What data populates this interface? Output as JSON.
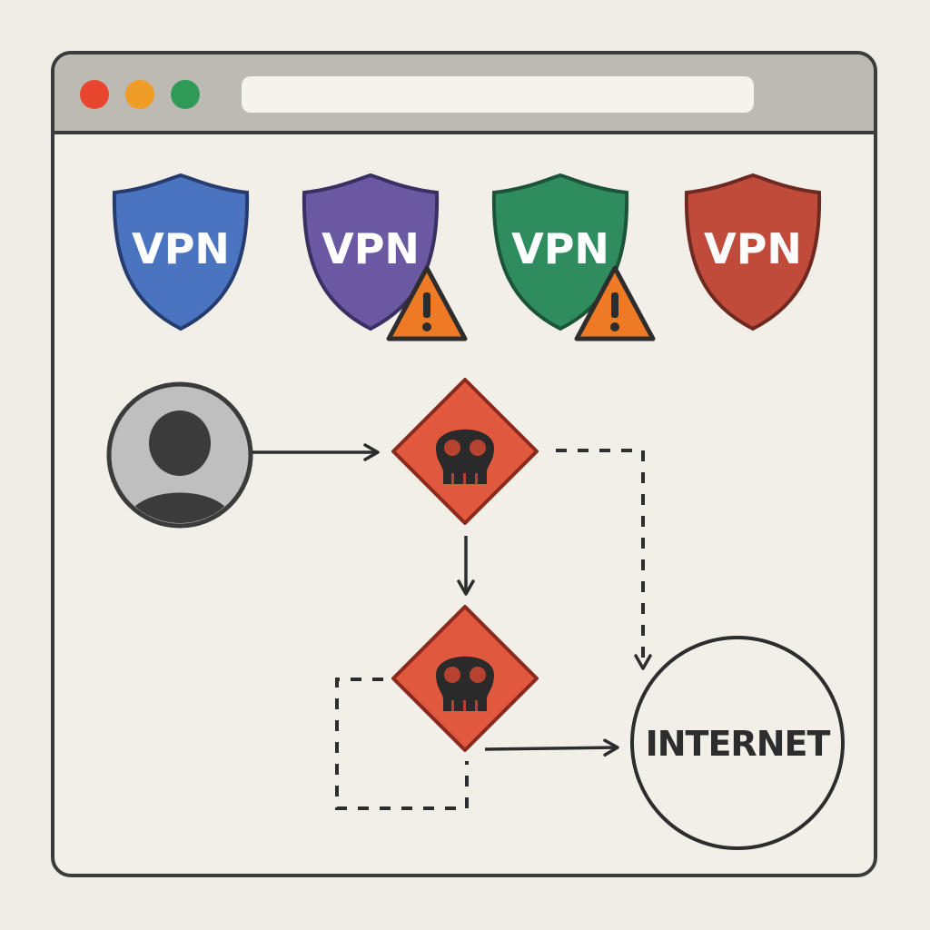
{
  "window": {
    "controls": [
      "close",
      "minimize",
      "maximize"
    ],
    "address_bar": ""
  },
  "shields": [
    {
      "label": "VPN",
      "color": "#4a74bf",
      "warning": false
    },
    {
      "label": "VPN",
      "color": "#6a58a3",
      "warning": true
    },
    {
      "label": "VPN",
      "color": "#2f8c5e",
      "warning": true
    },
    {
      "label": "VPN",
      "color": "#c14b3b",
      "warning": false
    }
  ],
  "diagram": {
    "nodes": [
      {
        "id": "user",
        "icon": "user-icon"
      },
      {
        "id": "server-1",
        "icon": "skull-icon",
        "color": "#e0593f"
      },
      {
        "id": "server-2",
        "icon": "skull-icon",
        "color": "#e0593f"
      },
      {
        "id": "internet",
        "label": "INTERNET"
      }
    ],
    "edges": [
      {
        "from": "user",
        "to": "server-1",
        "style": "solid"
      },
      {
        "from": "server-1",
        "to": "server-2",
        "style": "solid"
      },
      {
        "from": "server-1",
        "to": "internet",
        "style": "dashed"
      },
      {
        "from": "server-2",
        "to": "internet",
        "style": "solid"
      }
    ]
  },
  "colors": {
    "warning": "#ee7a25",
    "danger": "#e0593f",
    "outline": "#3b3b3b"
  }
}
